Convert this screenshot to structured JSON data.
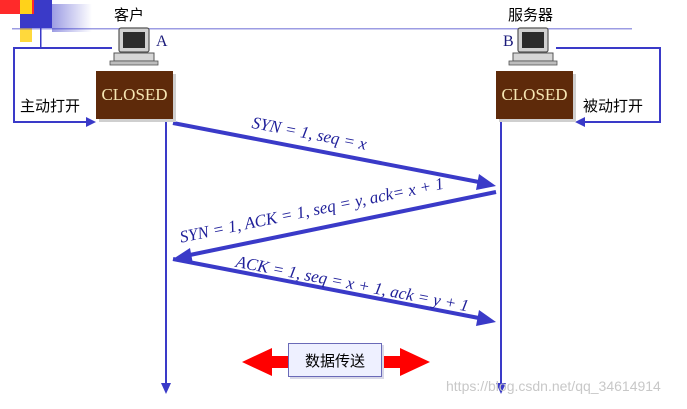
{
  "client": {
    "title": "客户",
    "letter": "A",
    "state": "CLOSED",
    "action": "主动打开"
  },
  "server": {
    "title": "服务器",
    "letter": "B",
    "state": "CLOSED",
    "action": "被动打开"
  },
  "messages": {
    "syn": "SYN = 1, seq = x",
    "syn_ack": "SYN = 1, ACK = 1, seq = y, ack= x + 1",
    "ack": "ACK = 1, seq = x + 1, ack = y + 1"
  },
  "data_transfer": "数据传送",
  "watermark": "https://blog.csdn.net/qq_34614914",
  "colors": {
    "line": "#3a3ac8",
    "closed_box": "#5e2a0a",
    "closed_text": "#f6e6b3",
    "data_arrow": "#ff0000"
  },
  "icons": [
    "computer-icon",
    "computer-icon",
    "corner-decoration"
  ]
}
